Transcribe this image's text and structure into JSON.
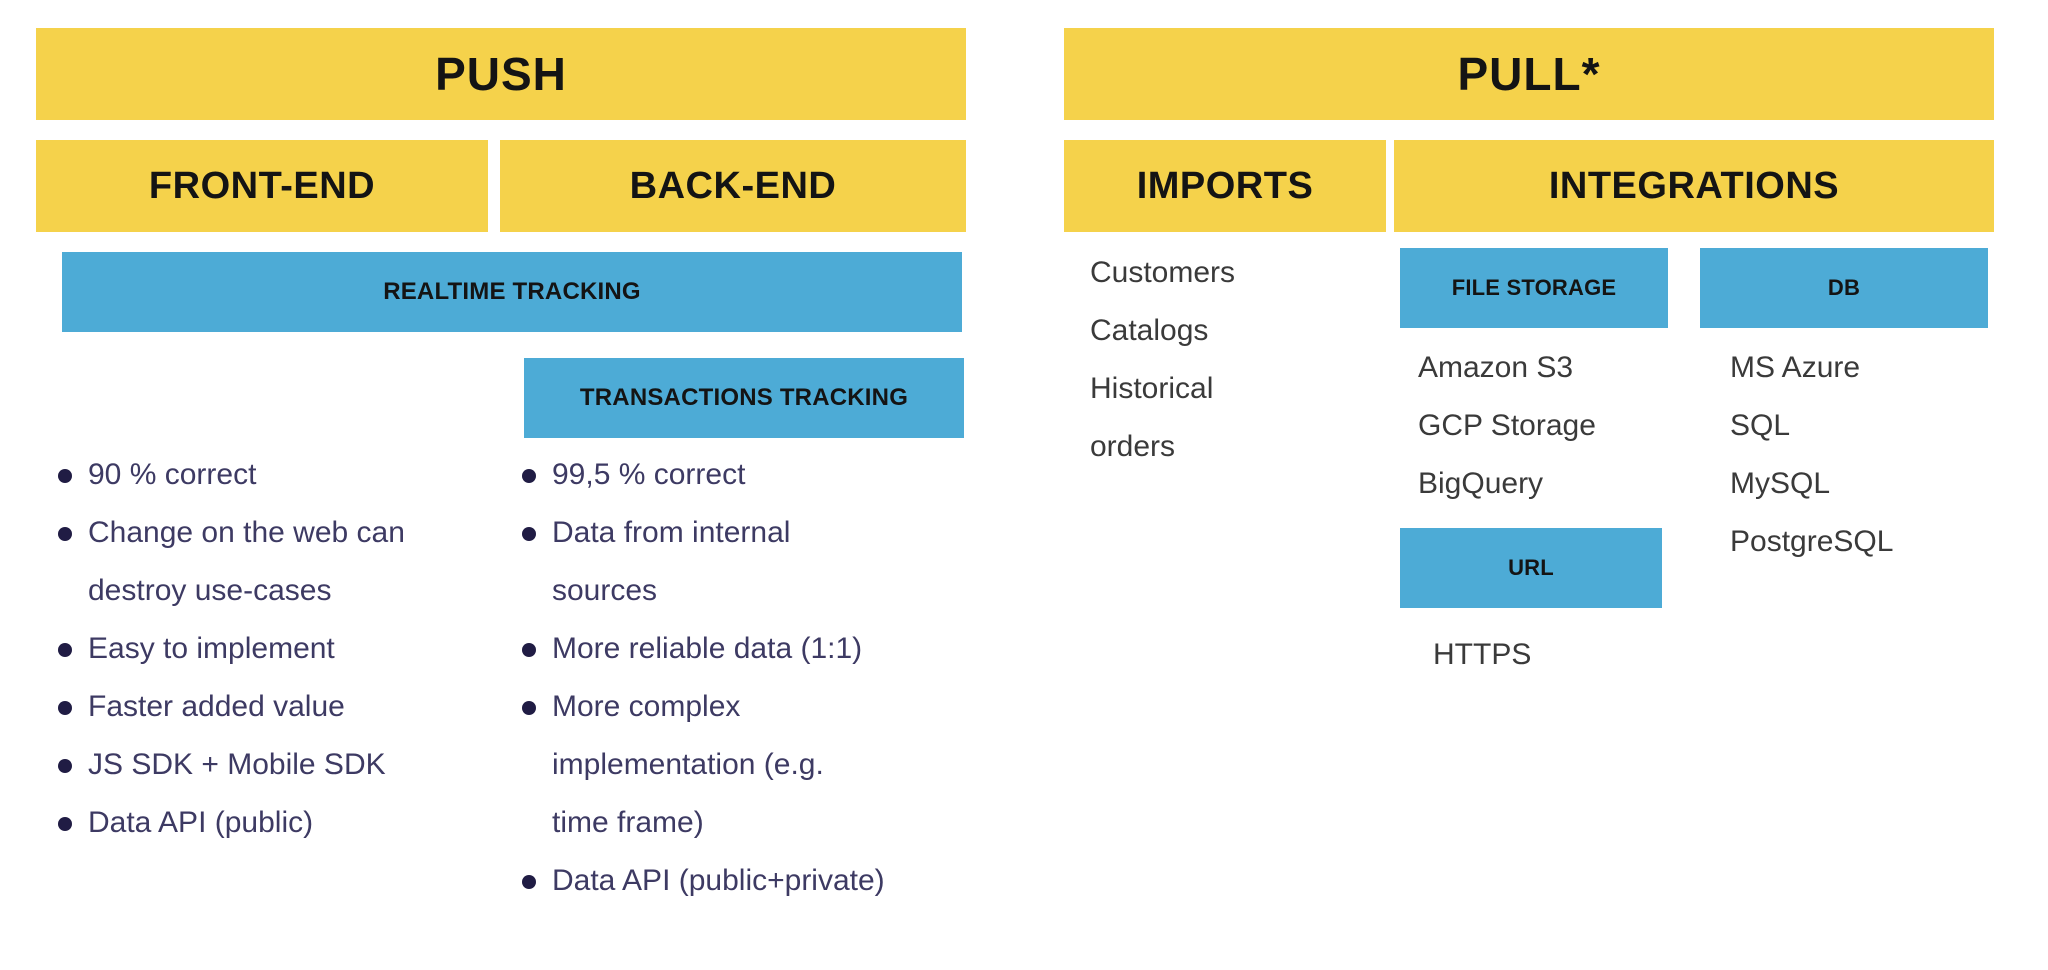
{
  "colors": {
    "yellow": "#F5D24B",
    "blue": "#4DABD6",
    "header_text": "#141414",
    "bullet_text": "#3D3A63",
    "bullet_dot": "#201C44",
    "list_text": "#3A3A3A",
    "background": "#FFFFFF"
  },
  "push": {
    "title": "PUSH",
    "front_end": {
      "title": "FRONT-END",
      "bullets": [
        "90 % correct",
        "Change on the web can\ndestroy use-cases",
        "Easy to implement",
        "Faster added value",
        "JS SDK + Mobile SDK",
        "Data API (public)"
      ]
    },
    "back_end": {
      "title": "BACK-END",
      "bullets": [
        "99,5 % correct",
        "Data from internal\nsources",
        "More reliable data (1:1)",
        "More complex\nimplementation (e.g.\ntime frame)",
        "Data API (public+private)"
      ]
    },
    "realtime_label": "REALTIME TRACKING",
    "transactions_label": "TRANSACTIONS TRACKING"
  },
  "pull": {
    "title": "PULL*",
    "imports": {
      "title": "IMPORTS",
      "items": [
        "Customers",
        "Catalogs",
        "Historical\norders"
      ]
    },
    "integrations": {
      "title": "INTEGRATIONS",
      "file_storage": {
        "title": "FILE STORAGE",
        "items": [
          "Amazon S3",
          "GCP Storage",
          "BigQuery"
        ]
      },
      "db": {
        "title": "DB",
        "items": [
          "MS Azure\nSQL",
          "MySQL",
          "PostgreSQL"
        ]
      },
      "url": {
        "title": "URL",
        "items": [
          "HTTPS"
        ]
      }
    }
  }
}
